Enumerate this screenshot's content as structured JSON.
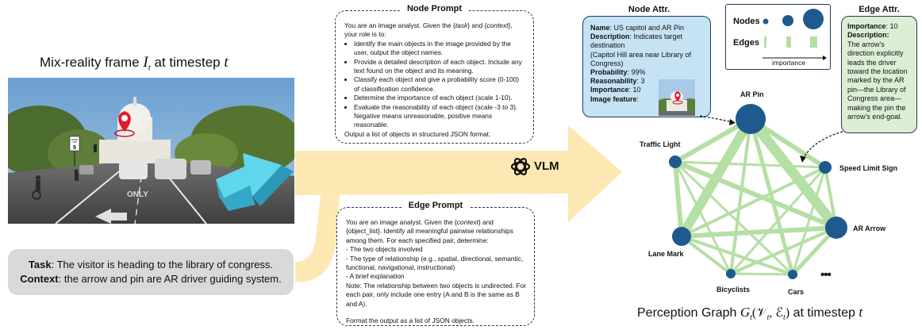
{
  "frame": {
    "title_prefix": "Mix-reality frame",
    "title_var": "I",
    "title_sub": "t",
    "title_suffix": " at timestep ",
    "title_t": "t"
  },
  "task_box": {
    "task_label": "Task",
    "task_text": ": The visitor is heading to the library of congress.",
    "context_label": "Context",
    "context_text": ": the arrow and pin are AR driver guiding system."
  },
  "node_prompt": {
    "title": "Node Prompt",
    "intro_a": "You are an image analyst. Given the {",
    "intro_task": "task",
    "intro_b": "} and {",
    "intro_context": "context",
    "intro_c": "}, your role is to:",
    "items": [
      "Identify the main objects in the image provided by the user, output the object names.",
      "Provide a detailed description of each object. Include any text found on the object and its meaning.",
      "Classify each object and give a probability score (0-100) of classification confidence.",
      "Determine the importance of each object (scale 1-10).",
      "Evaluate the reasonability of each object (scale -3 to 3). Negative means unreasonable, positive means reasonable."
    ],
    "outro": "Output a list of objects in structured JSON format."
  },
  "edge_prompt": {
    "title": "Edge Prompt",
    "line1_a": "You are an image analyst. Given the {",
    "line1_context": "context",
    "line1_b": "} and",
    "line2": "{object_list}. Identify all meaningful pairwise relationships among them. For each specified pair, determine:",
    "bullets": [
      "- The two objects involved",
      "- The type of relationship (e.g., spatial, directional, semantic, functional, navigational, instructional)",
      "- A brief explanation"
    ],
    "note": "Note: The relationship between two objects is undirected. For each pair, only include one entry (A and B is the same as B and A).",
    "outro": "Format the output as a list of JSON objects."
  },
  "vlm": {
    "label": "VLM"
  },
  "node_attr": {
    "title": "Node Attr.",
    "name_label": "Name",
    "name_value": ": US capitol and AR Pin",
    "desc_label": "Description",
    "desc_value": ": Indicates target destination",
    "desc_value2": "(Capitol Hill area near Library of Congress)",
    "prob_label": "Probability",
    "prob_value": ": 99%",
    "reas_label": "Reasonability",
    "reas_value": ": 3",
    "imp_label": "Importance",
    "imp_value": ": 10",
    "feat_label": "Image feature",
    "feat_value": ":"
  },
  "legend": {
    "nodes_label": "Nodes",
    "edges_label": "Edges",
    "axis_label": "importance"
  },
  "edge_attr": {
    "title": "Edge Attr.",
    "imp_label": "Importance",
    "imp_value": ": 10",
    "desc_label": "Description",
    "desc_value": ":",
    "desc_text": "The arrow's direction explicitly leads the driver toward the location marked by the AR pin—the Library of Congress area—making the pin the arrow's end-goal."
  },
  "graph": {
    "nodes": [
      {
        "label": "AR Pin"
      },
      {
        "label": "Traffic Light"
      },
      {
        "label": "Speed Limit Sign"
      },
      {
        "label": "AR Arrow"
      },
      {
        "label": "Lane Mark"
      },
      {
        "label": "Bicyclists"
      },
      {
        "label": "Cars"
      }
    ],
    "ellipsis": "•••",
    "caption_prefix": "Perception Graph ",
    "caption_math": "G",
    "caption_sub": "t",
    "caption_args": "(𝒱",
    "caption_args_sub1": "t",
    "caption_args_mid": ", ℰ",
    "caption_args_sub2": "t",
    "caption_args_end": ")",
    "caption_suffix": " at timestep ",
    "caption_t": "t"
  },
  "street_sign": {
    "line1": "SPEED",
    "line2": "LIMIT",
    "value": "5"
  },
  "road_text": "ONLY",
  "colors": {
    "node_fill": "#1f5a8e",
    "edge_green": "#b5dfa4",
    "flow_yellow": "#fde8b3",
    "node_attr_bg": "#c6e3f5",
    "edge_attr_bg": "#dcefd5",
    "border_navy": "#1f3a5a"
  }
}
